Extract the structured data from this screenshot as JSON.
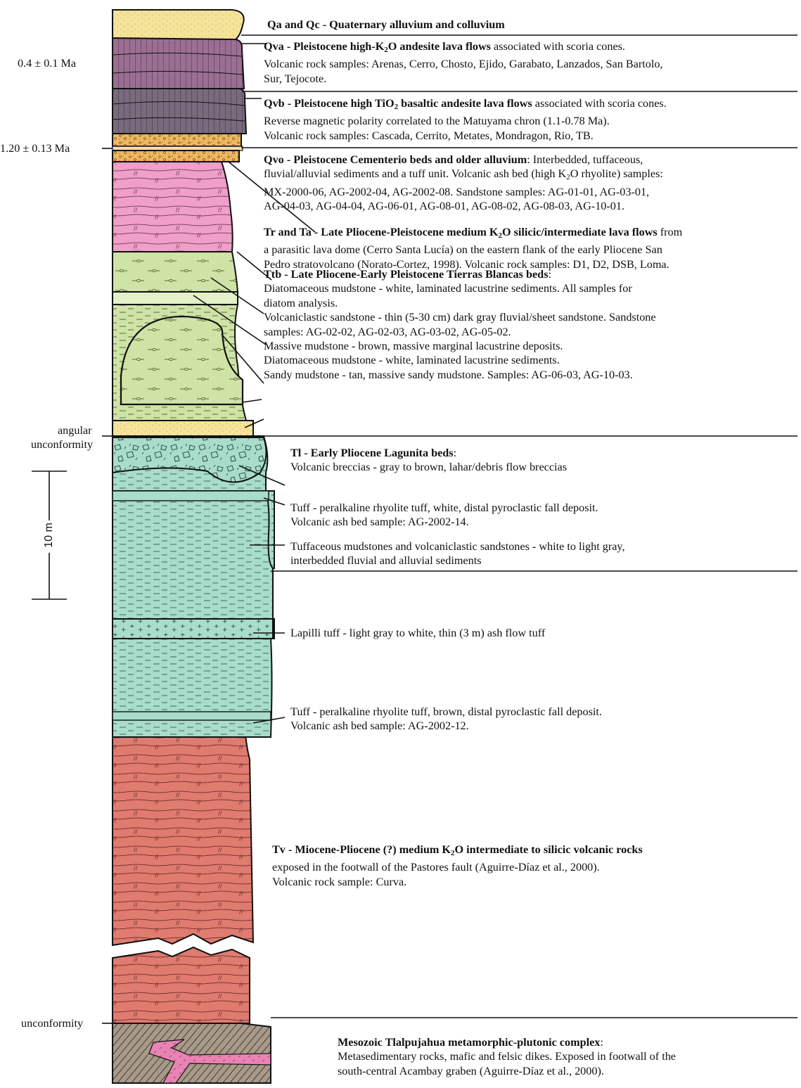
{
  "left_labels": {
    "age_qva": "0.4 ± 0.1 Ma",
    "age_qvo": "1.20 ± 0.13 Ma",
    "unconf1_line1": "angular",
    "unconf1_line2": "unconformity",
    "unconf2": "unconformity",
    "scale": "10 m"
  },
  "units": {
    "qa": {
      "title": "Qa and Qc - Quaternary alluvium and colluvium"
    },
    "qva": {
      "title_a": "Qva - Pleistocene high-K",
      "title_sub": "2",
      "title_b": "O andesite lava flows",
      "rest": " associated with scoria cones.",
      "line2": "Volcanic rock samples: Arenas, Cerro, Chosto, Ejido, Garabato, Lanzados, San Bartolo,",
      "line3": "Sur, Tejocote."
    },
    "qvb": {
      "title_a": "Qvb - Pleistocene high TiO",
      "title_sub": "2",
      "title_b": " basaltic andesite lava flows",
      "rest": " associated with scoria cones.",
      "line2": "Reverse magnetic polarity correlated to the Matuyama chron (1.1-0.78 Ma).",
      "line3": "Volcanic rock samples: Cascada, Cerrito, Metates, Mondragon, Rio, TB."
    },
    "qvo": {
      "title": "Qvo - Pleistocene Cementerio beds and older alluvium",
      "rest": ":  Interbedded, tuffaceous,",
      "line2": "fluvial/alluvial sediments and a tuff unit. Volcanic ash bed (high K",
      "line2_sub": "2",
      "line2_b": "O rhyolite) samples:",
      "line3": "MX-2000-06, AG-2002-04, AG-2002-08. Sandstone samples: AG-01-01, AG-03-01,",
      "line4": "AG-04-03, AG-04-04, AG-06-01, AG-08-01, AG-08-02, AG-08-03, AG-10-01."
    },
    "tr": {
      "title_a": "Tr and Ta - Late Pliocene-Pleistocene medium K",
      "title_sub": "2",
      "title_b": "O silicic/intermediate lava flows",
      "rest": " from",
      "line2": "a parasitic lava dome (Cerro Santa Lucía) on the eastern flank of the early Pliocene San",
      "line3": "Pedro stratovolcano (Norato-Cortez, 1998). Volcanic rock samples: D1, D2, DSB, Loma."
    },
    "ttb": {
      "title": "Ttb - Late Pliocene-Early Pleistocene Tierras Blancas beds",
      "colon": ":",
      "l1": "Diatomaceous mudstone - white, laminated lacustrine sediments. All samples for",
      "l2": "diatom analysis.",
      "l3": "Volcaniclastic sandstone - thin (5-30 cm) dark gray fluvial/sheet sandstone. Sandstone",
      "l4": "samples: AG-02-02, AG-02-03, AG-03-02, AG-05-02.",
      "l5": "Massive mudstone - brown, massive marginal lacustrine deposits.",
      "l6": "Diatomaceous mudstone - white, laminated lacustrine sediments.",
      "l7": "Sandy mudstone - tan, massive sandy mudstone. Samples: AG-06-03, AG-10-03."
    },
    "tl": {
      "title": "Tl - Early Pliocene Lagunita beds",
      "colon": ":",
      "breccia": "Volcanic breccias - gray to brown, lahar/debris flow breccias",
      "tuff1_a": "Tuff - peralkaline rhyolite tuff, white, distal pyroclastic fall deposit.",
      "tuff1_b": "Volcanic ash bed sample: AG-2002-14.",
      "mud_a": "Tuffaceous mudstones and volcaniclastic sandstones - white to light gray,",
      "mud_b": "interbedded fluvial and alluvial sediments",
      "lapilli": "Lapilli tuff - light gray to white, thin (3 m) ash flow tuff",
      "tuff2_a": "Tuff - peralkaline rhyolite tuff, brown, distal pyroclastic fall deposit.",
      "tuff2_b": "Volcanic ash bed sample: AG-2002-12."
    },
    "tv": {
      "title_a": "Tv - Miocene-Pliocene (?) medium K",
      "title_sub": "2",
      "title_b": "O intermediate to silicic volcanic rocks",
      "line2": "exposed in the footwall of the Pastores fault (Aguirre-Díaz et al., 2000).",
      "line3": "Volcanic rock sample: Curva."
    },
    "meso": {
      "title": "Mesozoic Tlalpujahua metamorphic-plutonic complex",
      "colon": ":",
      "line2": "Metasedimentary rocks, mafic and felsic dikes. Exposed in footwall of the",
      "line3": "south-central Acambay graben (Aguirre-Díaz et al., 2000)."
    }
  },
  "colors": {
    "qa": "#f6e39a",
    "qva": "#9b6f93",
    "qvb": "#7a6a7d",
    "qvo": "#f0b860",
    "tr": "#ef9fc8",
    "ttb": "#cfe3a6",
    "tl": "#a8dccb",
    "tv": "#e07b6f",
    "meso": "#a89a88",
    "dike": "#e983b3"
  }
}
